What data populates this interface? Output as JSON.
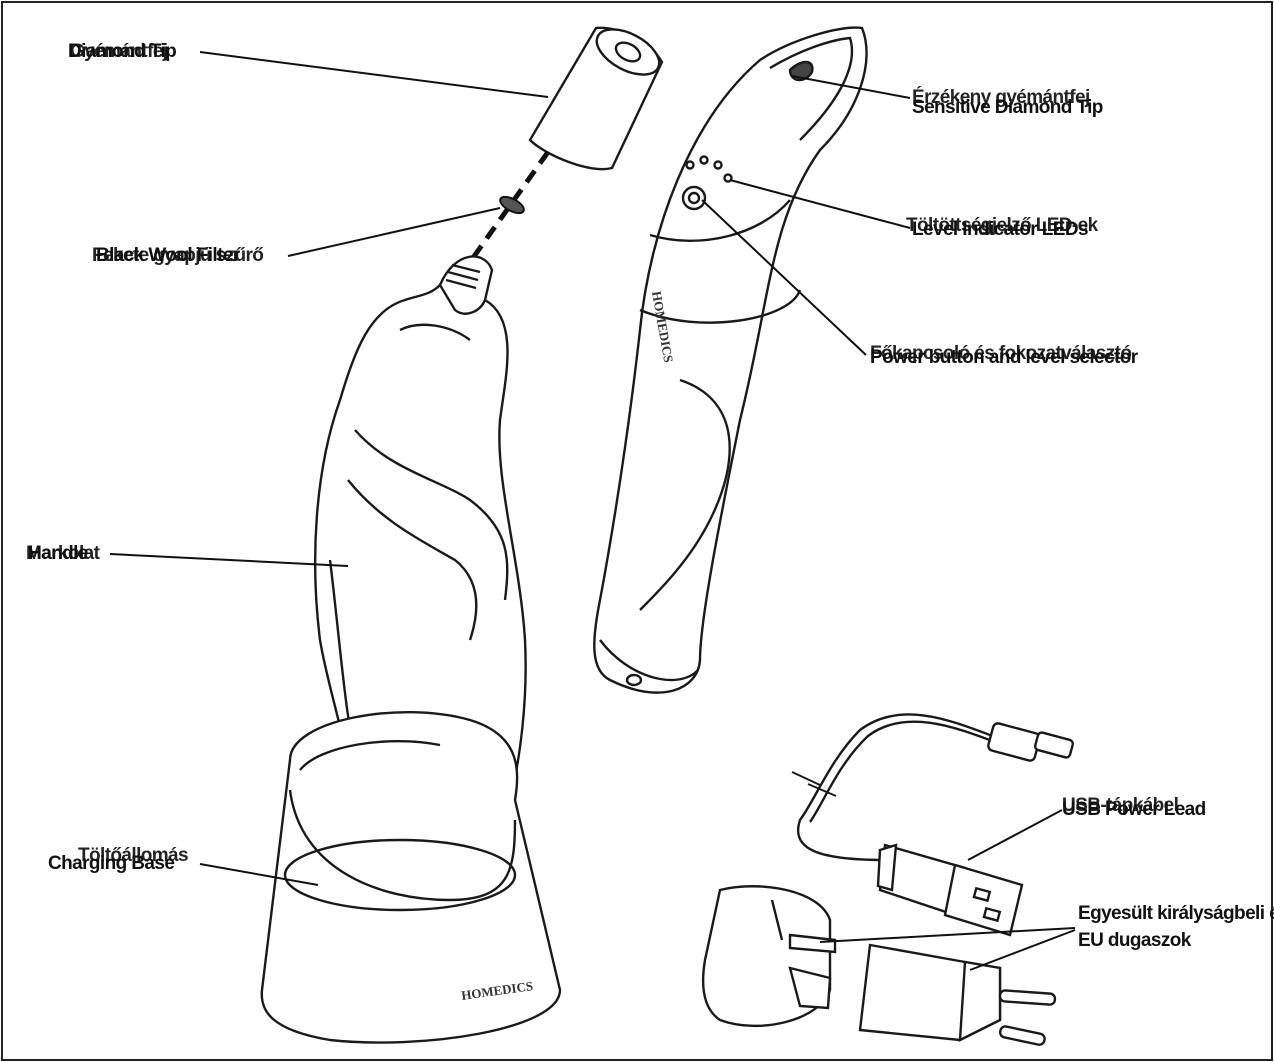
{
  "labels": {
    "diamond_tip_en": "Diamond Tip",
    "diamond_tip_hu": "Gyémántfej",
    "filter_en": "Black Wool Filter",
    "filter_hu": "Fekete gyapjú szűrő",
    "handle_en": "Handle",
    "handle_hu": "Markolat",
    "charging_base_en": "Charging Base",
    "charging_base_hu": "Töltőállomás",
    "sensitive_tip_en": "Sensitive Diamond Tip",
    "sensitive_tip_hu": "Érzékeny gyémántfej",
    "level_leds_en": "Level Indicator LEDs",
    "level_leds_hu": "Töltöttségjelző LED-ek",
    "power_button_en": "Power button and level selector",
    "power_button_hu": "Főkapcsoló és fokozatválasztó",
    "usb_lead_en": "USB Power Lead",
    "usb_lead_hu": "USB-tápkábel",
    "plugs_hu": "Egyesült királyságbeli és EU dugaszok"
  },
  "brand": "HOMEDICS"
}
